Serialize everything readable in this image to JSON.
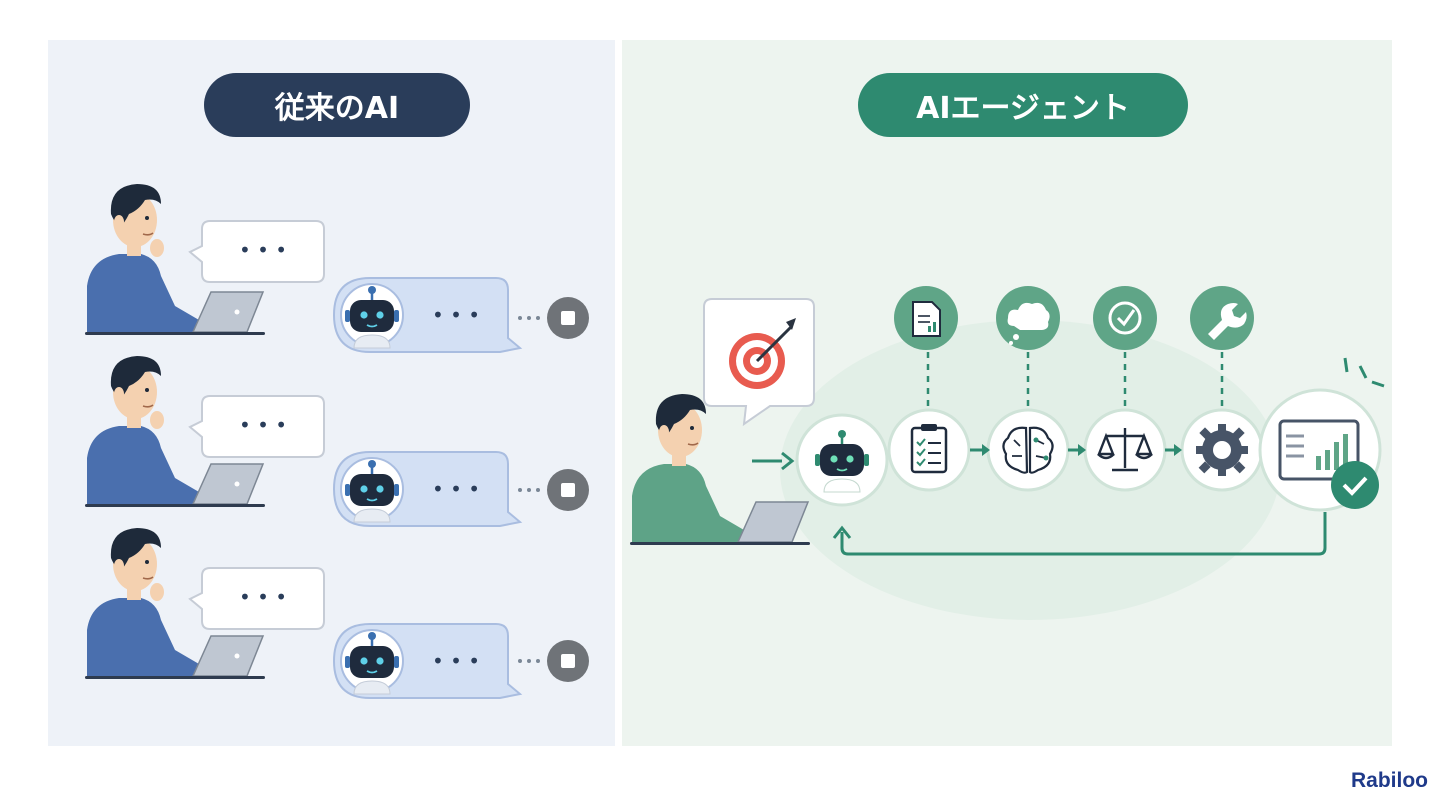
{
  "left_section": {
    "title": "従来のAI",
    "rows": [
      {
        "user_bubble": "• • •",
        "ai_bubble": "• • •"
      },
      {
        "user_bubble": "• • •",
        "ai_bubble": "• • •"
      },
      {
        "user_bubble": "• • •",
        "ai_bubble": "• • •"
      }
    ]
  },
  "right_section": {
    "title": "AIエージェント",
    "goal_icon": "target-icon",
    "pipeline": [
      {
        "name": "plan",
        "icon": "clipboard-checklist-icon",
        "badge_icon": "document-chart-icon"
      },
      {
        "name": "think",
        "icon": "brain-circuit-icon",
        "badge_icon": "thought-cloud-icon"
      },
      {
        "name": "judge",
        "icon": "scales-icon",
        "badge_icon": "checkmark-circle-icon"
      },
      {
        "name": "execute",
        "icon": "gear-icon",
        "badge_icon": "wrench-icon"
      },
      {
        "name": "result",
        "icon": "dashboard-chart-icon",
        "badge_icon": "check-badge-icon"
      }
    ]
  },
  "brand": {
    "logo_text": "Rabiloo"
  },
  "colors": {
    "left_accent": "#2a3d5a",
    "right_accent": "#2e8a70",
    "user_shirt_blue": "#4a6fae",
    "user_shirt_green": "#5ea387",
    "ai_bubble_blue": "#d3e0f4",
    "stop_gray": "#6f7378",
    "target_red": "#e85b4f",
    "logo_blue": "#1f3a8a"
  }
}
